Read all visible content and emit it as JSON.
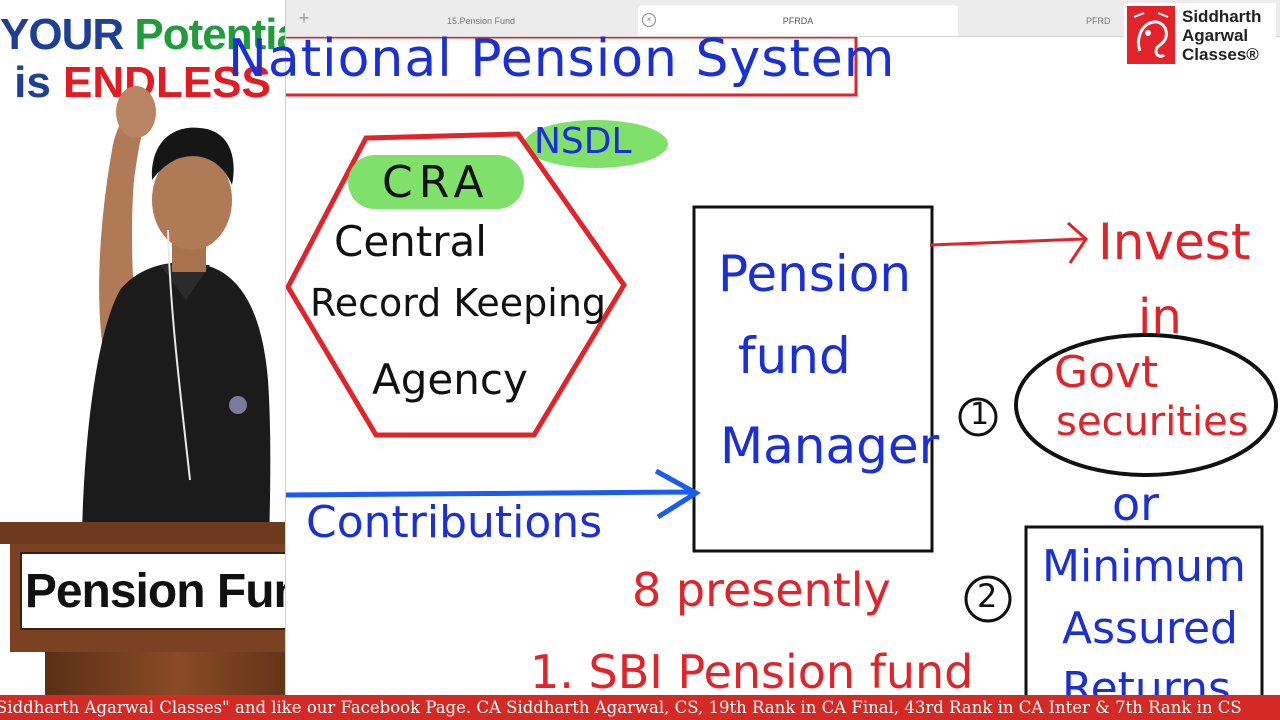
{
  "promo": {
    "your": "YOUR ",
    "potential": "Potential",
    "is": "is ",
    "endless": "ENDLESS"
  },
  "podium": {
    "title": "Pension Fund"
  },
  "browser": {
    "tabs": [
      {
        "label": "15.Pension Fund",
        "active": false
      },
      {
        "label": "PFRDA",
        "active": true
      },
      {
        "label": "PFRD",
        "active": false
      }
    ]
  },
  "logo": {
    "line1": "Siddharth",
    "line2": "Agarwal",
    "line3": "Classes®"
  },
  "board": {
    "title": "National Pension System",
    "nsdl": "NSDL",
    "cra": "CRA",
    "cra_line1": "Central",
    "cra_line2": "Record Keeping",
    "cra_line3": "Agency",
    "pfm_line1": "Pension",
    "pfm_line2": "fund",
    "pfm_line3": "Manager",
    "invest": "Invest",
    "in": "in",
    "option1_num": "1",
    "option1_line1": "Govt",
    "option1_line2": "securities",
    "or": "or",
    "option2_num": "2",
    "option2_line1": "Minimum",
    "option2_line2": "Assured",
    "option2_line3": "Returns",
    "contributions": "Contributions",
    "presently": "8 presently",
    "list_item1": "1. SBI Pension fund"
  },
  "ticker": {
    "text": "Siddharth Agarwal Classes\" and like our Facebook Page. CA Siddharth Agarwal, CS, 19th Rank in CA Final, 43rd Rank in CA Inter & 7th Rank in CS"
  },
  "colors": {
    "marker_blue": "#1a2fd6",
    "marker_red": "#e2232a",
    "marker_black": "#111111",
    "highlight_green": "#7fe06a",
    "ticker_red": "#d42a25"
  }
}
